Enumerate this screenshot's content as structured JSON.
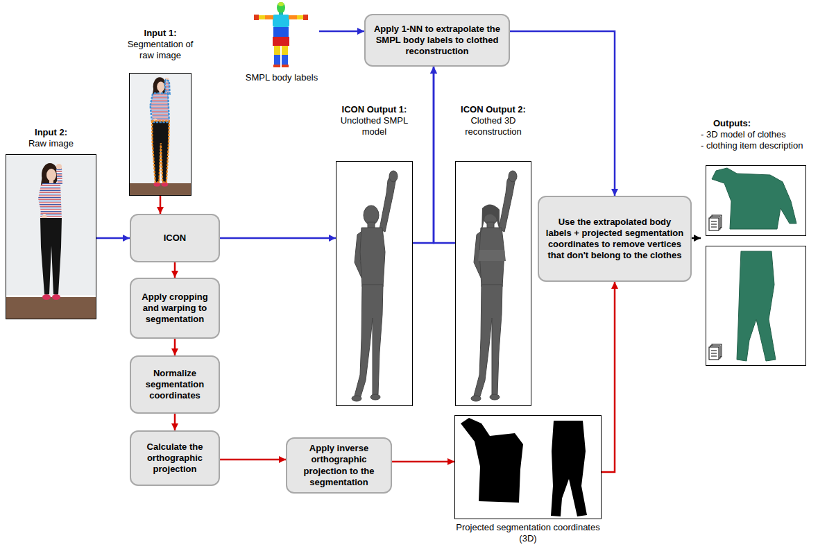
{
  "diagram": {
    "nodes": [
      {
        "text": [
          "Input 1:",
          "Segmentation of raw image"
        ]
      },
      {
        "text": [
          "SMPL body labels"
        ]
      },
      {
        "text": [
          "Apply 1-NN to extrapolate the SMPL body labels to clothed reconstruction"
        ]
      },
      {
        "text": [
          "Input 2:",
          "Raw image"
        ]
      },
      {
        "text": [
          "ICON"
        ]
      },
      {
        "text": [
          "Apply cropping and warping to segmentation"
        ]
      },
      {
        "text": [
          "Normalize segmentation coordinates"
        ]
      },
      {
        "text": [
          "Calculate the orthographic projection"
        ]
      },
      {
        "text": [
          "Apply inverse orthographic projection to the segmentation"
        ]
      },
      {
        "text": [
          "ICON Output 1:",
          "Unclothed SMPL model"
        ]
      },
      {
        "text": [
          "ICON Output 2:",
          "Clothed 3D reconstruction"
        ]
      },
      {
        "text": [
          "Use the extrapolated body labels + projected segmentation coordinates to remove vertices that don't belong to the clothes"
        ]
      },
      {
        "text": [
          "Outputs:",
          "- 3D model of clothes",
          "- clothing item description"
        ]
      },
      {
        "text": [
          "Projected segmentation coordinates (3D)"
        ]
      }
    ],
    "edges": [
      {
        "from": 3,
        "to": 4,
        "arrow": "to"
      },
      {
        "from": 0,
        "to": 4,
        "arrow": "to"
      },
      {
        "from": 4,
        "to": 5,
        "arrow": "to"
      },
      {
        "from": 5,
        "to": 6,
        "arrow": "to"
      },
      {
        "from": 6,
        "to": 7,
        "arrow": "to"
      },
      {
        "from": 7,
        "to": 8,
        "arrow": "to"
      },
      {
        "from": 8,
        "to": 13,
        "arrow": "to"
      },
      {
        "from": 13,
        "to": 11,
        "arrow": "to"
      },
      {
        "from": 4,
        "to": 9,
        "arrow": "to"
      },
      {
        "from": 9,
        "to": 2,
        "arrow": "to"
      },
      {
        "from": 10,
        "to": 2,
        "arrow": "to"
      },
      {
        "from": 1,
        "to": 2,
        "arrow": "to"
      },
      {
        "from": 2,
        "to": 11,
        "arrow": "to"
      },
      {
        "from": 11,
        "to": 12,
        "arrow": "to"
      }
    ]
  }
}
